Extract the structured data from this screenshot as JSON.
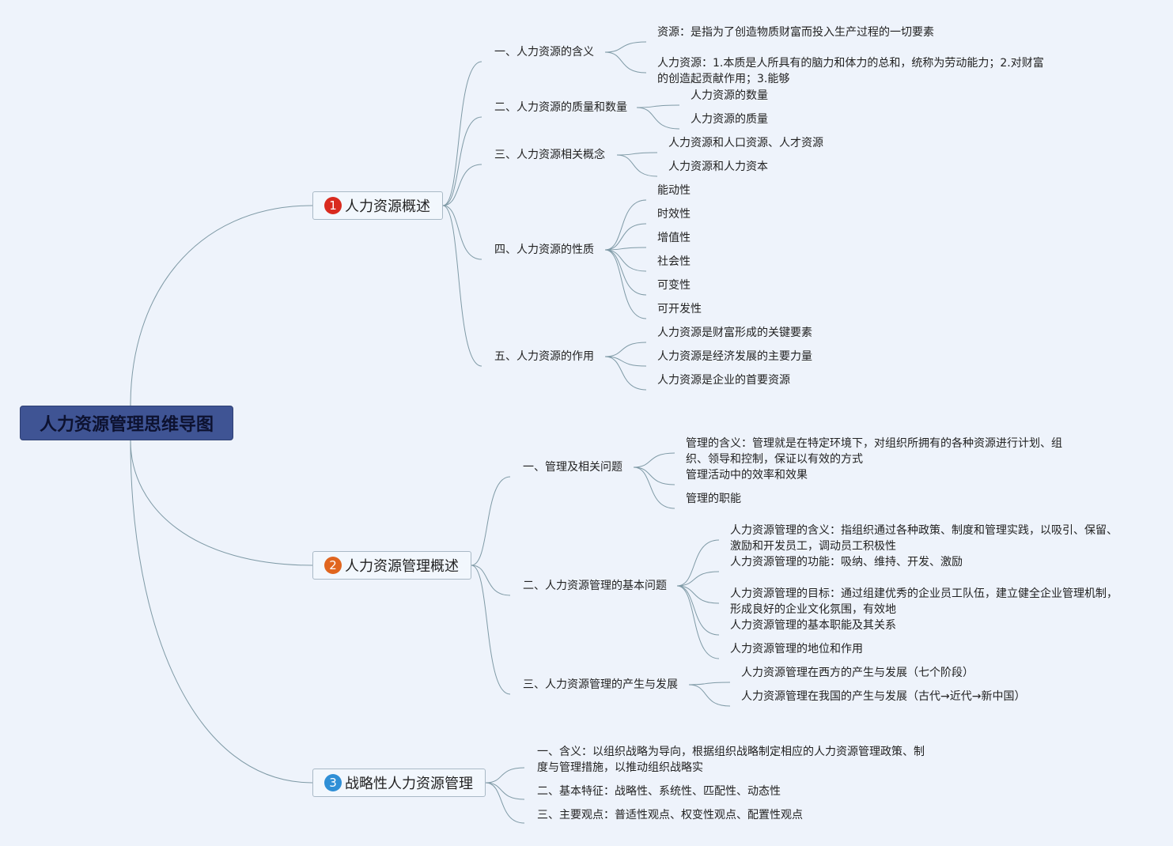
{
  "root": {
    "label": "人力资源管理思维导图"
  },
  "colors": {
    "root_bg": "#3f5494",
    "line": "#7f9aa6",
    "badge1": "#d92b1f",
    "badge2": "#e0651f",
    "badge3": "#2f8fd6"
  },
  "branches": [
    {
      "num": "1",
      "label": "人力资源概述",
      "children": [
        {
          "label": "一、人力资源的含义",
          "children": [
            "资源：是指为了创造物质财富而投入生产过程的一切要素",
            "人力资源：1.本质是人所具有的脑力和体力的总和，统称为劳动能力；2.对财富的创造起贡献作用；3.能够"
          ]
        },
        {
          "label": "二、人力资源的质量和数量",
          "children": [
            "人力资源的数量",
            "人力资源的质量"
          ]
        },
        {
          "label": "三、人力资源相关概念",
          "children": [
            "人力资源和人口资源、人才资源",
            "人力资源和人力资本"
          ]
        },
        {
          "label": "四、人力资源的性质",
          "children": [
            "能动性",
            "时效性",
            "增值性",
            "社会性",
            "可变性",
            "可开发性"
          ]
        },
        {
          "label": "五、人力资源的作用",
          "children": [
            "人力资源是财富形成的关键要素",
            "人力资源是经济发展的主要力量",
            "人力资源是企业的首要资源"
          ]
        }
      ]
    },
    {
      "num": "2",
      "label": "人力资源管理概述",
      "children": [
        {
          "label": "一、管理及相关问题",
          "children": [
            "管理的含义：管理就是在特定环境下，对组织所拥有的各种资源进行计划、组织、领导和控制，保证以有效的方式",
            "管理活动中的效率和效果",
            "管理的职能"
          ]
        },
        {
          "label": "二、人力资源管理的基本问题",
          "children": [
            "人力资源管理的含义：指组织通过各种政策、制度和管理实践，以吸引、保留、激励和开发员工，调动员工积极性",
            "人力资源管理的功能：吸纳、维持、开发、激励",
            "人力资源管理的目标：通过组建优秀的企业员工队伍，建立健全企业管理机制，形成良好的企业文化氛围，有效地",
            "人力资源管理的基本职能及其关系",
            "人力资源管理的地位和作用"
          ]
        },
        {
          "label": "三、人力资源管理的产生与发展",
          "children": [
            "人力资源管理在西方的产生与发展（七个阶段）",
            "人力资源管理在我国的产生与发展（古代→近代→新中国）"
          ]
        }
      ]
    },
    {
      "num": "3",
      "label": "战略性人力资源管理",
      "children": [
        {
          "label": "一、含义：以组织战略为导向，根据组织战略制定相应的人力资源管理政策、制度与管理措施，以推动组织战略实",
          "children": []
        },
        {
          "label": "二、基本特征：战略性、系统性、匹配性、动态性",
          "children": []
        },
        {
          "label": "三、主要观点：普适性观点、权变性观点、配置性观点",
          "children": []
        }
      ]
    }
  ]
}
